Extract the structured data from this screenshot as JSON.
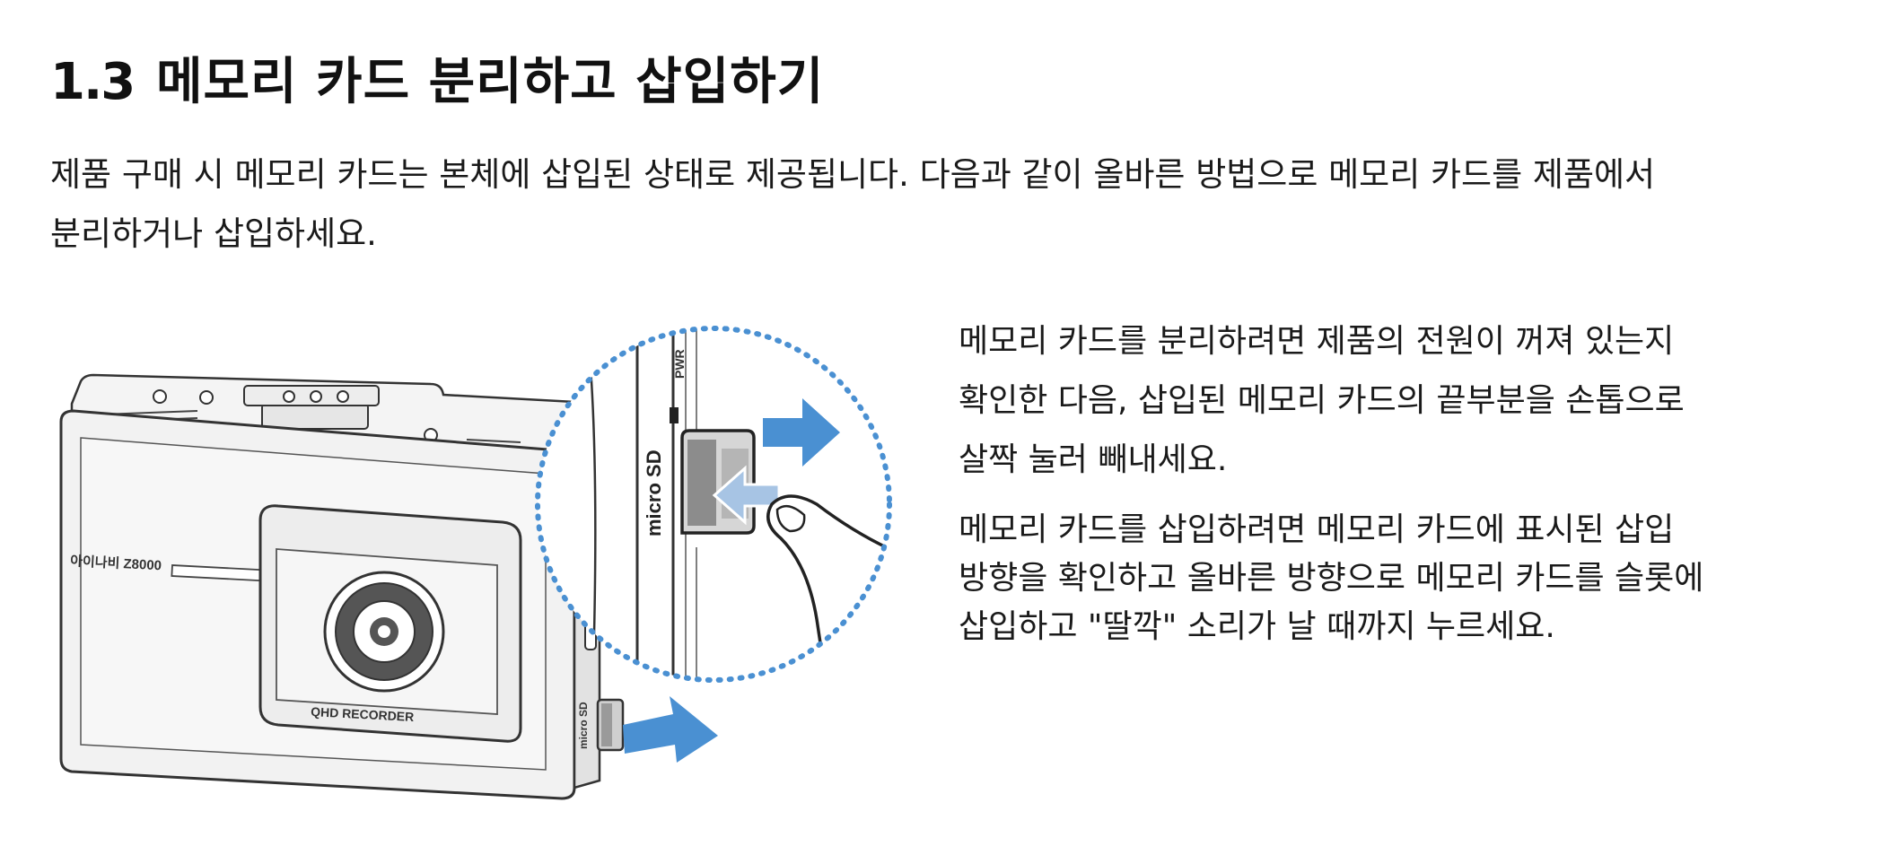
{
  "section": {
    "number": "1.3",
    "title": "메모리 카드 분리하고 삽입하기"
  },
  "intro": {
    "lines": [
      "제품 구매 시 메모리 카드는 본체에 삽입된 상태로 제공됩니다. 다음과 같이 올바른 방법으로 메모리 카드를 제품에서",
      "분리하거나 삽입하세요."
    ]
  },
  "illustration": {
    "device_brand": "아이나비 Z8000",
    "lens_label": "QHD RECORDER",
    "slot_label": "micro SD",
    "power_label": "PWR",
    "small_slot_label": "micro SD",
    "accent_color": "#4a90d2"
  },
  "instructions": {
    "remove": [
      "메모리 카드를 분리하려면 제품의 전원이 꺼져 있는지",
      "확인한 다음, 삽입된 메모리 카드의 끝부분을 손톱으로",
      "살짝 눌러 빼내세요."
    ],
    "insert": [
      "메모리 카드를 삽입하려면 메모리 카드에 표시된 삽입",
      "방향을 확인하고 올바른 방향으로 메모리 카드를 슬롯에",
      "삽입하고 \"딸깍\" 소리가 날 때까지 누르세요."
    ]
  }
}
